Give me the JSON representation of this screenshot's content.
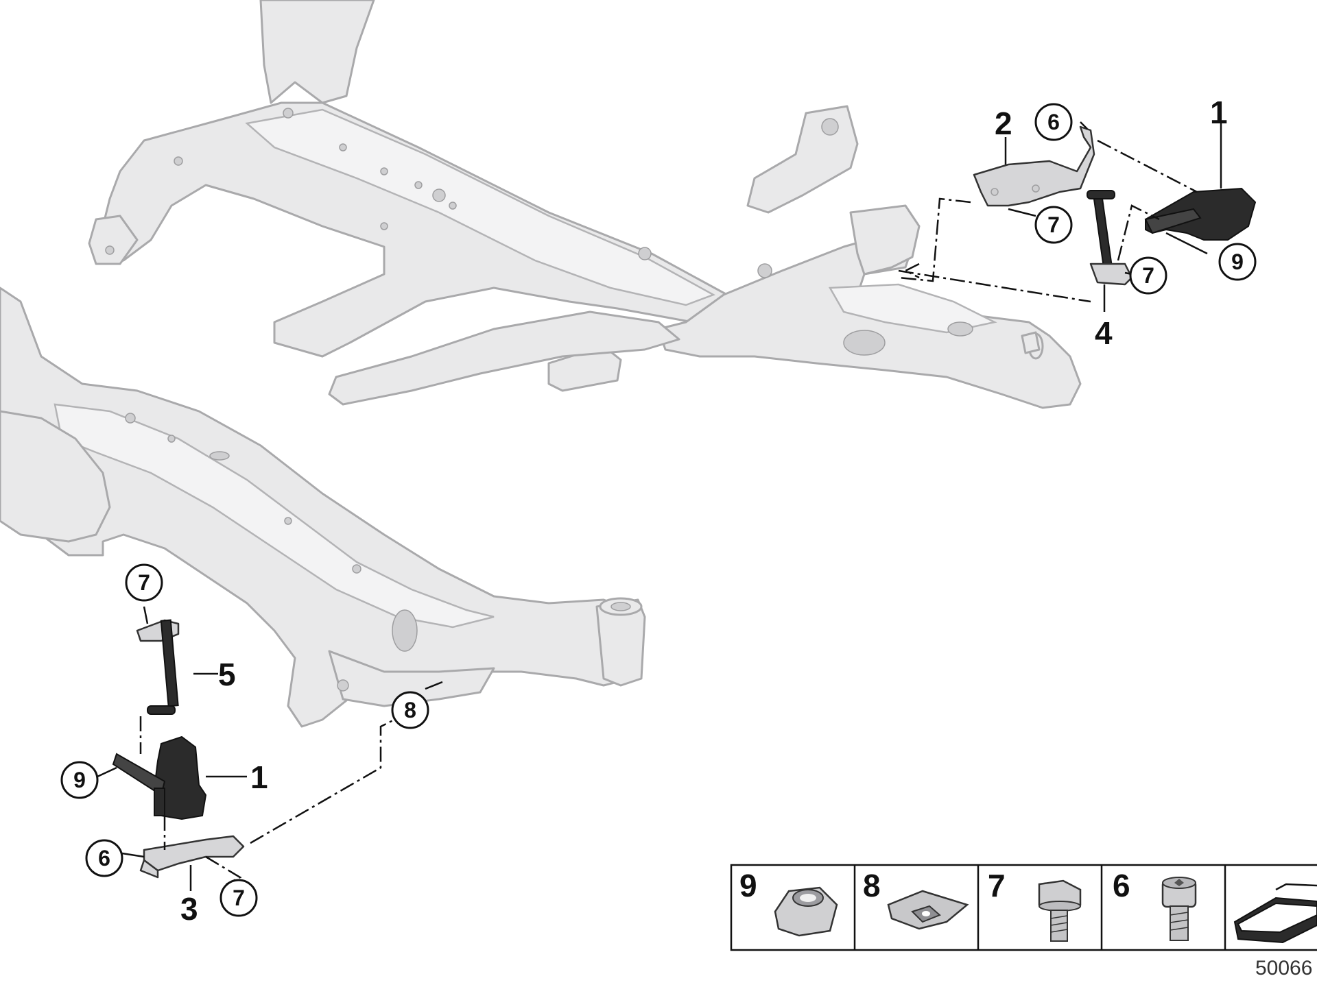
{
  "diagram": {
    "callouts_plain": [
      "1",
      "2",
      "4",
      "5",
      "1",
      "3"
    ],
    "callouts_circled": [
      "6",
      "7",
      "7",
      "9",
      "7",
      "8",
      "9",
      "6",
      "7"
    ],
    "legend": [
      {
        "number": "9",
        "item": "hex-nut-icon"
      },
      {
        "number": "8",
        "item": "clip-nut-icon"
      },
      {
        "number": "7",
        "item": "hex-bolt-icon"
      },
      {
        "number": "6",
        "item": "torx-screw-icon"
      }
    ],
    "reference_number": "50066",
    "colors": {
      "frame": "#e9e9ea",
      "frame_stroke": "#a9a9ab",
      "parts": "#2b2b2b",
      "ink": "#111111"
    }
  }
}
